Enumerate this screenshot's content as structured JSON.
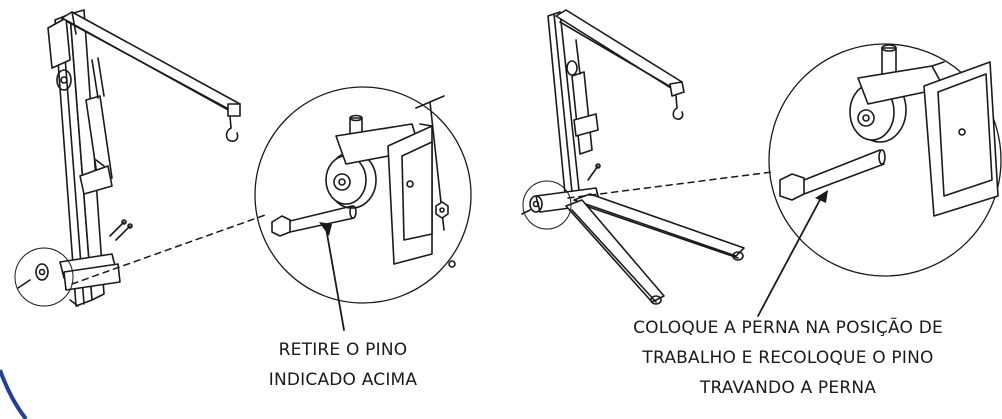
{
  "left_panel": {
    "caption_lines": [
      "RETIRE O PINO",
      "INDICADO ACIMA"
    ]
  },
  "right_panel": {
    "caption_lines": [
      "COLOQUE A PERNA NA POSIÇÃO DE",
      "TRABALHO E RECOLOQUE O PINO",
      "TRAVANDO A PERNA"
    ]
  },
  "colors": {
    "line": "#1a1a1a",
    "accent": "#1f3fa0",
    "background": "#ffffff"
  }
}
